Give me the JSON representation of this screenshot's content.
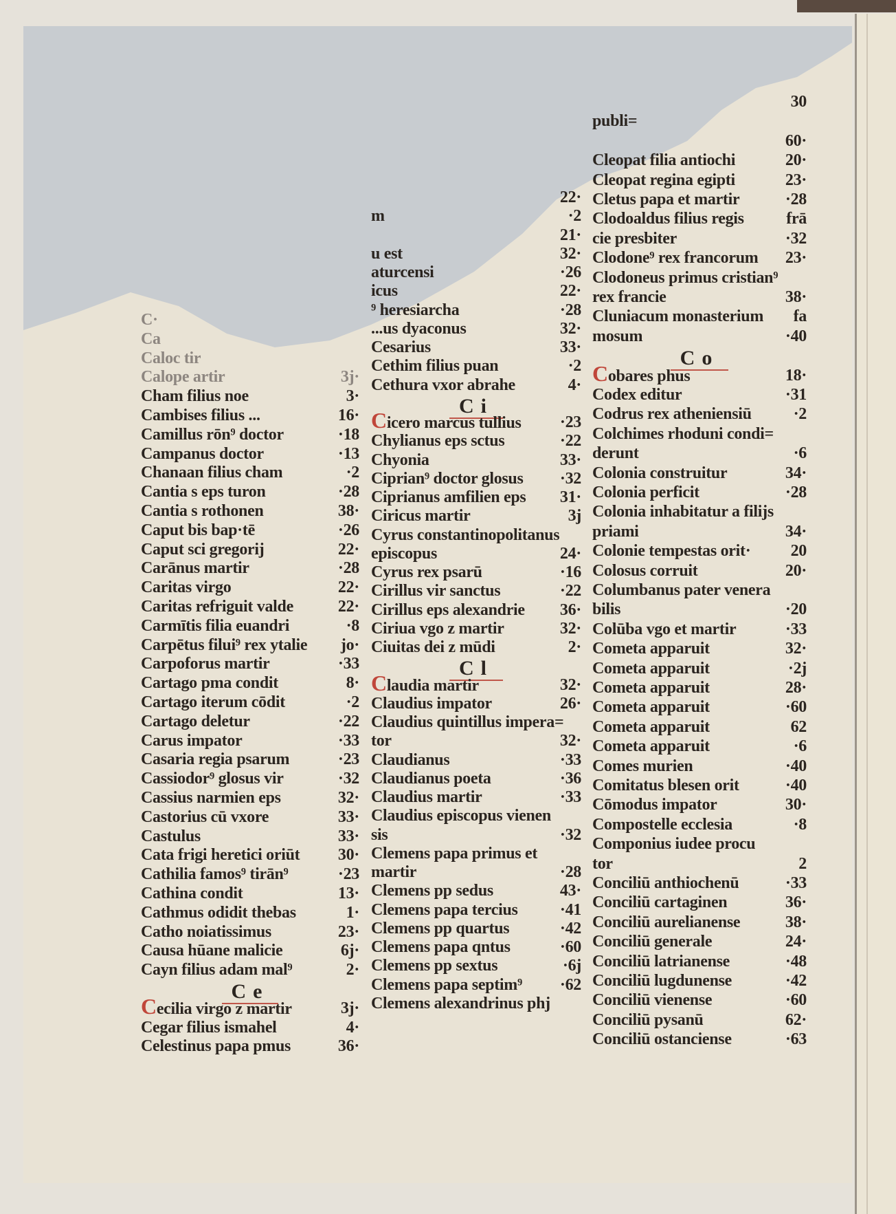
{
  "colors": {
    "ink": "#2b2520",
    "rubric": "#c0463a",
    "parchment": "#e9e3d5",
    "backdrop": "#c8ccd0"
  },
  "columns": [
    {
      "items": [
        {
          "t": "C·",
          "n": "",
          "faint": true
        },
        {
          "t": "Ca",
          "n": "",
          "faint": true
        },
        {
          "t": "Caloc      tir",
          "n": "",
          "faint": true
        },
        {
          "t": "Calope     artir",
          "n": "3j·",
          "faint": true
        },
        {
          "t": "Cham filius noe",
          "n": "3·"
        },
        {
          "t": "Cambises filius ...",
          "n": "16·"
        },
        {
          "t": "Camillus rōn⁹ doctor",
          "n": "·18"
        },
        {
          "t": "Campanus doctor",
          "n": "·13"
        },
        {
          "t": "Chanaan filius cham",
          "n": "·2"
        },
        {
          "t": "Cantia   s eps turon",
          "n": "·28"
        },
        {
          "t": "Cantia   s rothonen",
          "n": "38·"
        },
        {
          "t": "Caput  bis bap·tē",
          "n": "·26"
        },
        {
          "t": "Caput sci gregorij",
          "n": "22·"
        },
        {
          "t": "Carānus martir",
          "n": "·28"
        },
        {
          "t": "Caritas virgo",
          "n": "22·"
        },
        {
          "t": "Caritas refriguit valde",
          "n": "22·"
        },
        {
          "t": "Carmītis filia euandri",
          "n": "·8"
        },
        {
          "t": "Carpētus filui⁹ rex ytalie",
          "n": "jo·"
        },
        {
          "t": "Carpoforus martir",
          "n": "·33"
        },
        {
          "t": "Cartago pma condit",
          "n": "8·"
        },
        {
          "t": "Cartago iterum cōdit",
          "n": "·2"
        },
        {
          "t": "Cartago deletur",
          "n": "·22"
        },
        {
          "t": "Carus impator",
          "n": "·33"
        },
        {
          "t": "Casaria regia psarum",
          "n": "·23"
        },
        {
          "t": "Cassiodor⁹ glosus vir",
          "n": "·32"
        },
        {
          "t": "Cassius narmien eps",
          "n": "32·"
        },
        {
          "t": "Castorius cū vxore",
          "n": "33·"
        },
        {
          "t": "Castulus",
          "n": "33·"
        },
        {
          "t": "Cata frigi heretici oriūt",
          "n": "30·"
        },
        {
          "t": "Cathilia famos⁹ tirān⁹",
          "n": "·23"
        },
        {
          "t": "Cathina condit",
          "n": "13·"
        },
        {
          "t": "Cathmus odidit thebas",
          "n": "1·"
        },
        {
          "t": "Catho noiatissimus",
          "n": "23·"
        },
        {
          "t": "Causa hūane malicie",
          "n": "6j·"
        },
        {
          "t": "Cayn filius adam mal⁹",
          "n": "2·"
        },
        {
          "heading": "Ce"
        },
        {
          "t": "Cecilia virgo z martir",
          "n": "3j·",
          "red": true
        },
        {
          "t": "Cegar filius ismahel",
          "n": "4·"
        },
        {
          "t": "Celestinus papa pmus",
          "n": "36·"
        }
      ]
    },
    {
      "items": [
        {
          "t": "",
          "n": "22·"
        },
        {
          "t": "m",
          "n": "·2"
        },
        {
          "t": "",
          "n": "21·"
        },
        {
          "t": "u est",
          "n": "32·"
        },
        {
          "t": "aturcensi",
          "n": "·26"
        },
        {
          "t": "icus",
          "n": "22·"
        },
        {
          "t": "⁹ heresiarcha",
          "n": "·28"
        },
        {
          "t": "  ...us dyaconus",
          "n": "32·"
        },
        {
          "t": "Cesarius",
          "n": "33·"
        },
        {
          "t": "Cethim filius puan",
          "n": "·2"
        },
        {
          "t": "Cethura vxor abrahe",
          "n": "4·"
        },
        {
          "heading": "Ci"
        },
        {
          "t": "Cicero marcus tullius",
          "n": "·23",
          "red": true
        },
        {
          "t": "Chylianus eps sctus",
          "n": "·22"
        },
        {
          "t": "Chyonia",
          "n": "33·"
        },
        {
          "t": "Ciprian⁹ doctor glosus",
          "n": "·32"
        },
        {
          "t": "Ciprianus amfilien eps",
          "n": "31·"
        },
        {
          "t": "Ciricus martir",
          "n": "3j"
        },
        {
          "t": "Cyrus constantinopolitanus",
          "n": ""
        },
        {
          "t": "episcopus",
          "n": "24·"
        },
        {
          "t": "Cyrus rex psarū",
          "n": "·16"
        },
        {
          "t": "Cirillus vir sanctus",
          "n": "·22"
        },
        {
          "t": "Cirillus eps alexandrie",
          "n": "36·"
        },
        {
          "t": "Ciriua vgo z martir",
          "n": "32·"
        },
        {
          "t": "Ciuitas dei z mūdi",
          "n": "2·"
        },
        {
          "heading": "Cl"
        },
        {
          "t": "Claudia martir",
          "n": "32·",
          "red": true
        },
        {
          "t": "Claudius impator",
          "n": "26·"
        },
        {
          "t": "Claudius quintillus impera=",
          "n": ""
        },
        {
          "t": "tor",
          "n": "32·"
        },
        {
          "t": "Claudianus",
          "n": "·33"
        },
        {
          "t": "Claudianus poeta",
          "n": "·36"
        },
        {
          "t": "Claudius martir",
          "n": "·33"
        },
        {
          "t": "Claudius episcopus vienen",
          "n": ""
        },
        {
          "t": "sis",
          "n": "·32"
        },
        {
          "t": "Clemens papa primus et",
          "n": ""
        },
        {
          "t": "martir",
          "n": "·28"
        },
        {
          "t": "Clemens pp sedus",
          "n": "43·"
        },
        {
          "t": "Clemens papa tercius",
          "n": "·41"
        },
        {
          "t": "Clemens pp quartus",
          "n": "·42"
        },
        {
          "t": "Clemens papa qntus",
          "n": "·60"
        },
        {
          "t": "Clemens pp sextus",
          "n": "·6j"
        },
        {
          "t": "Clemens papa septim⁹",
          "n": "·62"
        },
        {
          "t": "Clemens alexandrinus phj",
          "n": ""
        }
      ]
    },
    {
      "items": [
        {
          "t": "",
          "n": "30"
        },
        {
          "t": "publi=",
          "n": ""
        },
        {
          "t": "",
          "n": "60·"
        },
        {
          "t": "Cleopat filia antiochi",
          "n": "20·"
        },
        {
          "t": "Cleopat regina egipti",
          "n": "23·"
        },
        {
          "t": "Cletus papa et martir",
          "n": "·28"
        },
        {
          "t": "Clodoaldus filius regis",
          "n": "frā"
        },
        {
          "t": "cie presbiter",
          "n": "·32"
        },
        {
          "t": "Clodone⁹ rex francorum",
          "n": "23·"
        },
        {
          "t": "Clodoneus primus cristian⁹",
          "n": ""
        },
        {
          "t": "rex francie",
          "n": "38·"
        },
        {
          "t": "Cluniacum monasterium",
          "n": "fa"
        },
        {
          "t": "mosum",
          "n": "·40"
        },
        {
          "heading": "Co"
        },
        {
          "t": "Cobares phus",
          "n": "18·",
          "red": true
        },
        {
          "t": "Codex editur",
          "n": "·31"
        },
        {
          "t": "Codrus rex atheniensiū",
          "n": "·2"
        },
        {
          "t": "Colchimes rhoduni condi=",
          "n": ""
        },
        {
          "t": "derunt",
          "n": "·6"
        },
        {
          "t": "Colonia construitur",
          "n": "34·"
        },
        {
          "t": "Colonia perficit",
          "n": "·28"
        },
        {
          "t": "Colonia inhabitatur a filijs",
          "n": ""
        },
        {
          "t": "priami",
          "n": "34·"
        },
        {
          "t": "Colonie tempestas orit·",
          "n": "20"
        },
        {
          "t": "Colosus corruit",
          "n": "20·"
        },
        {
          "t": "Columbanus pater venera",
          "n": ""
        },
        {
          "t": "bilis",
          "n": "·20"
        },
        {
          "t": "Colūba vgo et martir",
          "n": "·33"
        },
        {
          "t": "Cometa apparuit",
          "n": "32·"
        },
        {
          "t": "Cometa apparuit",
          "n": "·2j"
        },
        {
          "t": "Cometa apparuit",
          "n": "28·"
        },
        {
          "t": "Cometa apparuit",
          "n": "·60"
        },
        {
          "t": "Cometa apparuit",
          "n": "62"
        },
        {
          "t": "Cometa apparuit",
          "n": "·6"
        },
        {
          "t": "Comes murien",
          "n": "·40"
        },
        {
          "t": "Comitatus blesen orit",
          "n": "·40"
        },
        {
          "t": "Cōmodus impator",
          "n": "30·"
        },
        {
          "t": "Compostelle ecclesia",
          "n": "·8"
        },
        {
          "t": "Componius iudee procu",
          "n": ""
        },
        {
          "t": "tor",
          "n": "2"
        },
        {
          "t": "Conciliū anthiochenū",
          "n": "·33"
        },
        {
          "t": "Conciliū cartaginen",
          "n": "36·"
        },
        {
          "t": "Conciliū aurelianense",
          "n": "38·"
        },
        {
          "t": "Conciliū generale",
          "n": "24·"
        },
        {
          "t": "Conciliū latrianense",
          "n": "·48"
        },
        {
          "t": "Conciliū lugdunense",
          "n": "·42"
        },
        {
          "t": "Conciliū vienense",
          "n": "·60"
        },
        {
          "t": "Conciliū pysanū",
          "n": "62·"
        },
        {
          "t": "Conciliū ostanciense",
          "n": "·63"
        }
      ]
    }
  ]
}
